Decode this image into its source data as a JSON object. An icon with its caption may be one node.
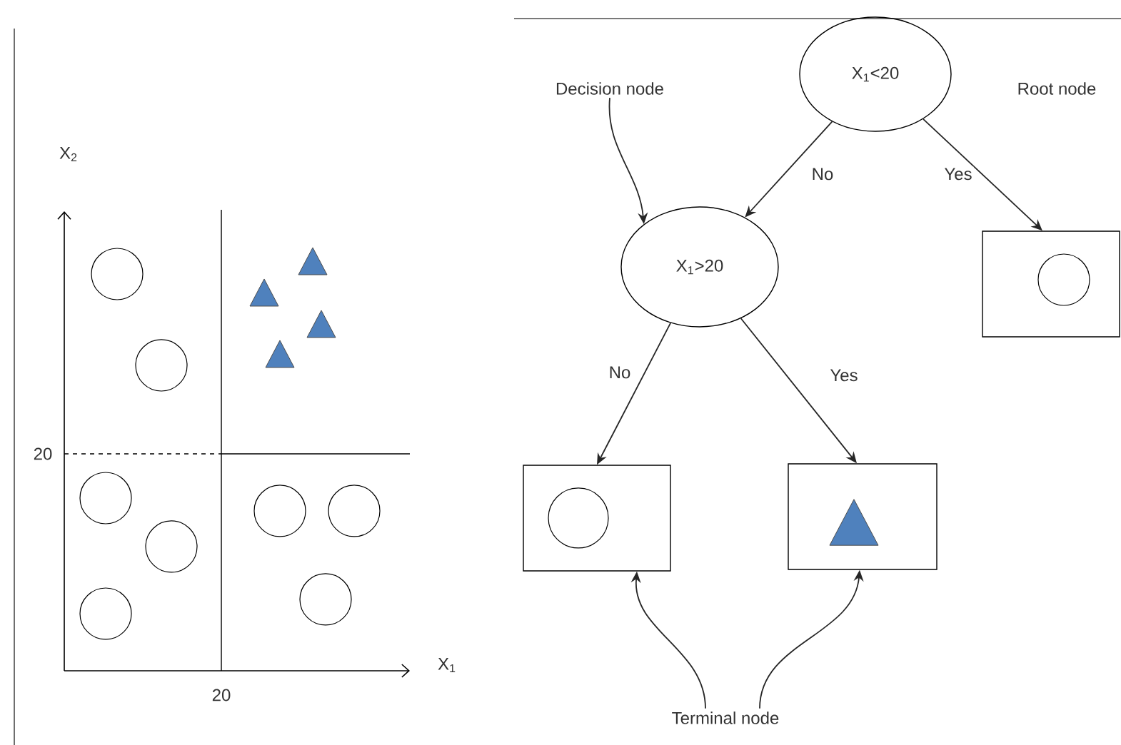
{
  "diagram": {
    "nodes": [
      {
        "text": [
          "X$_{1}$<20"
        ]
      },
      {
        "text": [
          "X$_{1}$>20"
        ]
      },
      {
        "text": [],
        "shape": "box"
      },
      {
        "text": [],
        "shape": "box"
      },
      {
        "text": [],
        "shape": "box"
      },
      {
        "text": [
          "Decision node"
        ]
      },
      {
        "text": [
          "Terminal node"
        ]
      }
    ],
    "edges": [
      {
        "from": 0,
        "to": 1,
        "arrow": "to",
        "label": "No"
      },
      {
        "from": 0,
        "to": 2,
        "arrow": "to",
        "label": "Yes"
      },
      {
        "from": 1,
        "to": 3,
        "arrow": "to",
        "label": "No"
      },
      {
        "from": 1,
        "to": 4,
        "arrow": "to",
        "label": "Yes"
      },
      {
        "from": 5,
        "to": 1,
        "arrow": "to"
      },
      {
        "from": 6,
        "to": 3,
        "arrow": "to"
      },
      {
        "from": 6,
        "to": 4,
        "arrow": "to"
      }
    ],
    "labels": [
      "Root node",
      "X$_{2}$",
      "20",
      "20",
      "X$_{1}$"
    ]
  }
}
